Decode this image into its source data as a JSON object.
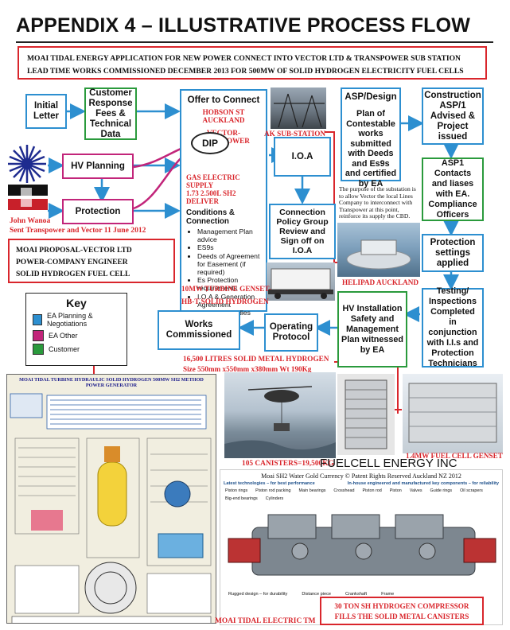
{
  "title": "APPENDIX 4 – ILLUSTRATIVE PROCESS FLOW",
  "intro": {
    "line1": "MOAI TIDAL ENERGY APPLICATION FOR NEW POWER CONNECT INTO VECTOR LTD & TRANSPOWER SUB STATION",
    "line2": "LEAD TIME WORKS COMMISSIONED DECEMBER 2013 FOR 500MW OF SOLID HYDROGEN ELECTRICITY FUEL CELLS"
  },
  "boxes": {
    "initial_letter": "Initial Letter",
    "customer_response": "Customer Response Fees & Technical Data",
    "hv_planning": "HV Planning",
    "protection": "Protection",
    "ioa": "I.O.A",
    "asp_design_title": "ASP/Design",
    "asp_design_body": "Plan of Contestable works submitted with Deeds and Es9s and certified by EA",
    "construction": "Construction ASP/1 Advised & Project issued",
    "asp1": "ASP1 Contacts and liases with EA. Compliance Officers",
    "connection_policy": "Connection Policy Group Review and Sign off on I.O.A",
    "protection_settings": "Protection settings applied",
    "testing": "Testing/ Inspections Completed in conjunction with I.I.s and Protection Technicians",
    "hv_installation": "HV Installation Safety and Management Plan witnessed by EA",
    "operating_protocol": "Operating Protocol",
    "works_commissioned": "Works Commissioned"
  },
  "offer": {
    "title": "Offer to Connect",
    "hobson": "HOBSON ST AUCKLAND",
    "vector": "VECTOR-TRANSPOWER",
    "dip": "DIP",
    "gas1": "GAS ELECTRIC SUPPLY",
    "gas2": "1.73 2.500L SH2 DELIVER",
    "conditions_title": "Conditions & Connection",
    "conditions": [
      "Management Plan advice",
      "ES9s",
      "Deeds of Agreement for Easement (if required)",
      "Es Protection requirements",
      "I.O.A & Generation Agreement",
      "Technical Studies Fees"
    ]
  },
  "labels": {
    "ak_substation": "AK SUB-STATION",
    "john1": "John Wanoa",
    "john2": "Sent Transpower and Vector 11 June 2012",
    "helipad": "HELIPAD AUCKLAND",
    "turbine1": "10MW TURBINE GENSET-",
    "turbine2": "HB-T SOLID HYDROGEN",
    "litres1": "16,500 LITRES SOLID METAL HYDROGEN",
    "litres2": "Size 550mm x550mm x380mm Wt 190Kg",
    "canisters": "105 CANISTERS=19,500KG",
    "fuelcell_genset": "1.4MW FUEL CELL GENSET",
    "fuelcell_energy": "FUELCELL ENERGY INC",
    "moai_sh2": "Moai SH2 Water Gold Currency © Patent Rights Reserved Auckland NZ 2012",
    "moai_electric": "MOAI TIDAL ELECTRIC TM",
    "compressor1": "30 TON SH HYDROGEN COMPRESSOR",
    "compressor2": "FILLS THE SOLID METAL CANISTERS",
    "substation_note": "The purpose of the substation is to allow Vector the local Lines Company to interconnect with Transpower at this point, reinforce its supply the CBD.",
    "lower_title": "MOAI TIDAL TURBINE HYDRAULIC SOLID HYDROGEN 500MW SH2 METHOD POWER GENERATOR",
    "latest": "Latest technologies – for best performance",
    "inhouse": "In-house engineered and manufactured key components – for reliability",
    "parts": [
      "Piston rings",
      "Piston rod packing",
      "Main bearings",
      "Crosshead",
      "Piston rod",
      "Piston",
      "Valves",
      "Guide rings",
      "Oil scrapers",
      "Big-end bearings",
      "Cylinders",
      "Rugged design – for durability",
      "Distance piece",
      "Crankshaft",
      "Frame"
    ]
  },
  "proposal": {
    "line1": "MOAI PROPOSAL-VECTOR LTD",
    "line2": "POWER-COMPANY ENGINEER",
    "line3": "SOLID HYDROGEN FUEL CELL"
  },
  "key": {
    "title": "Key",
    "items": [
      {
        "label": "EA Planning & Negotiations",
        "color": "#2d8fd0"
      },
      {
        "label": "EA Other",
        "color": "#c2257a"
      },
      {
        "label": "Customer",
        "color": "#2a9a3c"
      }
    ]
  }
}
